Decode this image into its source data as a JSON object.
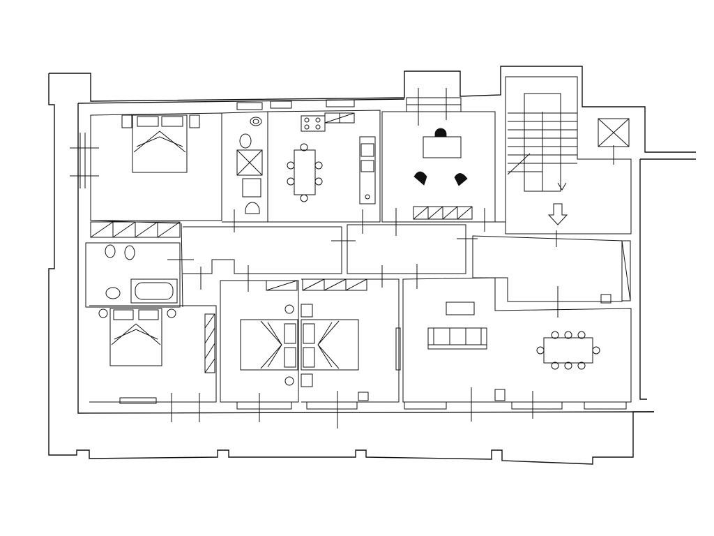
{
  "drawing": {
    "type": "architectural-floor-plan",
    "line_color": "#111111",
    "background": "#ffffff",
    "printed_text": []
  },
  "rooms": [
    {
      "id": "master-bedroom"
    },
    {
      "id": "bathroom-small"
    },
    {
      "id": "kitchen"
    },
    {
      "id": "living-room-north"
    },
    {
      "id": "stairwell"
    },
    {
      "id": "hallway"
    },
    {
      "id": "bathroom-with-tub"
    },
    {
      "id": "bedroom-southwest"
    },
    {
      "id": "bedroom-twin-left"
    },
    {
      "id": "bedroom-twin-right"
    },
    {
      "id": "living-dining-room"
    }
  ],
  "icons": [
    "down-arrow-icon",
    "elevator-shaft-icon"
  ]
}
